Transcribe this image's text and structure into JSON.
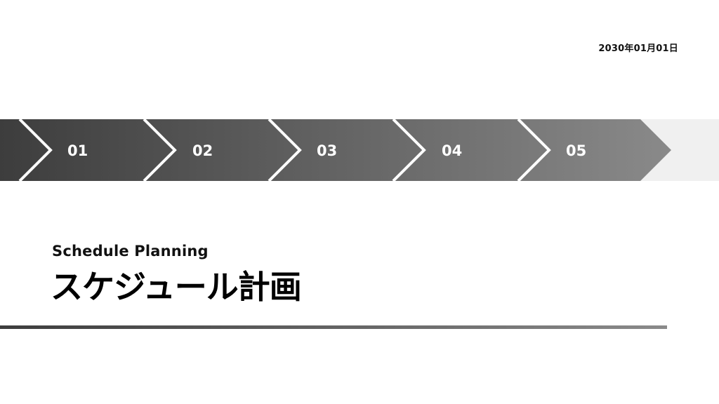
{
  "header": {
    "date": "2030年01月01日"
  },
  "steps": [
    {
      "label": "01"
    },
    {
      "label": "02"
    },
    {
      "label": "03"
    },
    {
      "label": "04"
    },
    {
      "label": "05"
    }
  ],
  "title_block": {
    "subtitle": "Schedule Planning",
    "title": "スケジュール計画"
  },
  "colors": {
    "gradient_start": "#3d3d3d",
    "gradient_end": "#8a8a8a",
    "track": "#f0f0f0",
    "text": "#111111"
  }
}
